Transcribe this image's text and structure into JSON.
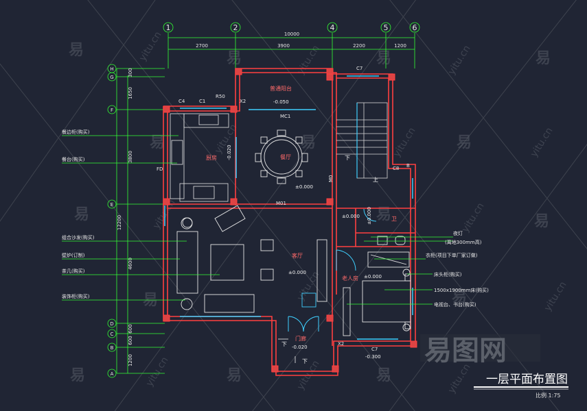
{
  "axes_top": [
    "1",
    "2",
    "4",
    "5",
    "6"
  ],
  "axes_left": [
    "H",
    "G",
    "F",
    "E",
    "D",
    "C",
    "B",
    "A"
  ],
  "dims_top": {
    "total": "10000",
    "segments": [
      "2700",
      "3900",
      "2200",
      "1200"
    ]
  },
  "dims_left": {
    "total": "12200",
    "segments": [
      "300",
      "1650",
      "3800",
      "4600",
      "600",
      "600",
      "1200"
    ]
  },
  "labels_left": [
    "餐边柜(购买)",
    "餐台(购买)",
    "组合沙发(购买)",
    "壁炉(订制)",
    "茶几(购买)",
    "装饰柜(购买)"
  ],
  "labels_right": [
    "夜灯",
    "(离地300mm高)",
    "衣柜(项目下单厂家订做)",
    "床头柜(购买)",
    "1500x1900mm床(购买)",
    "电视台、书台(购买)"
  ],
  "rooms": {
    "balcony": "普通阳台",
    "kitchen": "厨房",
    "dining": "餐厅",
    "living": "客厅",
    "elder_room": "老人房",
    "entrance": "门廊",
    "wc": "卫"
  },
  "elevations": [
    "-0.050",
    "±0.000",
    "±0.000",
    "±0.000",
    "±0.000",
    "-0.020",
    "-0.300",
    "-0.020",
    "±0.000"
  ],
  "codes": [
    "C1",
    "R50",
    "X2",
    "MC1",
    "FD",
    "M01",
    "M0",
    "C7",
    "B",
    "C7",
    "X2",
    "C8",
    "C4"
  ],
  "down_marks": [
    "下",
    "下",
    "下",
    "上"
  ],
  "title": "一层平面布置图",
  "scale": "比例 1:75",
  "watermark_logo": "易图网",
  "watermark_char": "易",
  "watermark_url": "yitu.cn",
  "colors": {
    "background": "#202534",
    "wall": "#ff4040",
    "leader": "#33ff33",
    "furniture": "#e6e6e6",
    "door": "#3fd0ff",
    "title": "#ffffff"
  }
}
